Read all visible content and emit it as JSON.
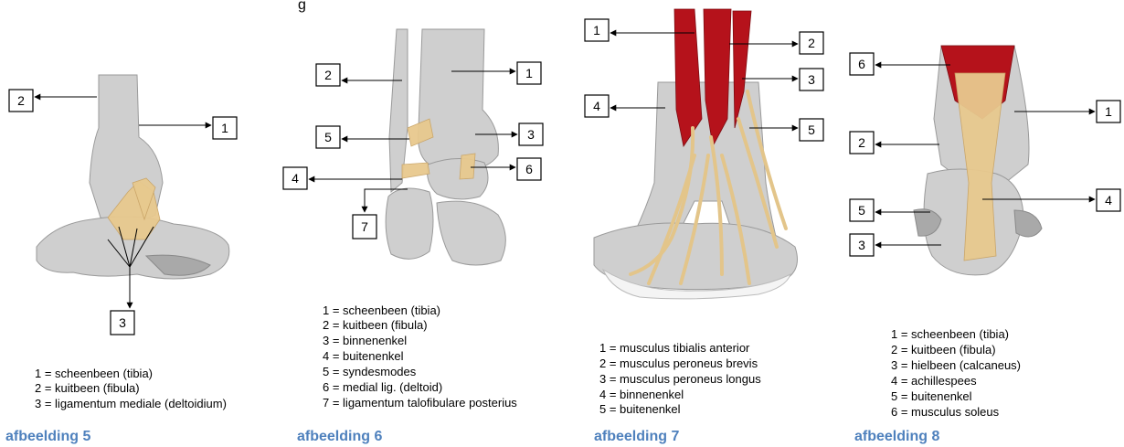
{
  "header_fragment": "g",
  "figures": [
    {
      "caption": "afbeelding 5",
      "labels": [
        "2",
        "1",
        "3"
      ],
      "legend": [
        "1 = scheenbeen (tibia)",
        "2 = kuitbeen (fibula)",
        "3 = ligamentum mediale (deltoidium)"
      ]
    },
    {
      "caption": "afbeelding 6",
      "labels": [
        "2",
        "1",
        "5",
        "3",
        "4",
        "6",
        "7"
      ],
      "legend": [
        "1 = scheenbeen (tibia)",
        "2 = kuitbeen (fibula)",
        "3 = binnenenkel",
        "4 = buitenenkel",
        "5 = syndesmodes",
        "6 = medial lig. (deltoid)",
        "7 = ligamentum talofibulare posterius"
      ]
    },
    {
      "caption": "afbeelding 7",
      "labels": [
        "1",
        "2",
        "3",
        "4",
        "5"
      ],
      "legend": [
        "1 = musculus tibialis anterior",
        "2 = musculus peroneus brevis",
        "3 = musculus peroneus longus",
        "4 = binnenenkel",
        "5 = buitenenkel"
      ]
    },
    {
      "caption": "afbeelding 8",
      "labels": [
        "6",
        "1",
        "2",
        "5",
        "4",
        "3"
      ],
      "legend": [
        "1 = scheenbeen (tibia)",
        "2 = kuitbeen (fibula)",
        "3 = hielbeen (calcaneus)",
        "4 = achillespees",
        "5 = buitenenkel",
        "6 = musculus soleus"
      ]
    }
  ],
  "colors": {
    "caption": "#4f81bd",
    "bone": "#cfcfcf",
    "ligament": "#e8c98e",
    "muscle": "#b5121b"
  }
}
